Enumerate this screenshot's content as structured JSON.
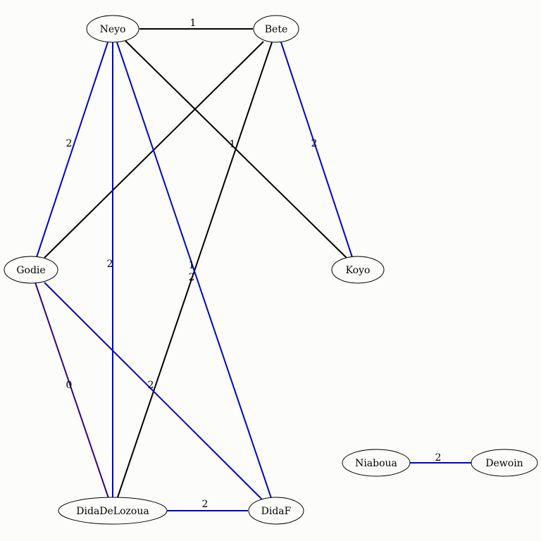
{
  "graph": {
    "colors": {
      "background": "#fcfdfa",
      "black_edge": "#000000",
      "blue_edge": "#0000cc",
      "purple_edge": "#330088"
    },
    "nodes": [
      {
        "id": "neyo",
        "label": "Neyo"
      },
      {
        "id": "bete",
        "label": "Bete"
      },
      {
        "id": "godie",
        "label": "Godie"
      },
      {
        "id": "koyo",
        "label": "Koyo"
      },
      {
        "id": "niaboua",
        "label": "Niaboua"
      },
      {
        "id": "dewoin",
        "label": "Dewoin"
      },
      {
        "id": "didadelozoua",
        "label": "DidaDeLozoua"
      },
      {
        "id": "didaf",
        "label": "DidaF"
      }
    ],
    "edges": [
      {
        "id": "neyo-bete",
        "from": "Neyo",
        "to": "Bete",
        "label": "1",
        "color": "black"
      },
      {
        "id": "neyo-koyo",
        "from": "Neyo",
        "to": "Koyo",
        "label": "1",
        "color": "black"
      },
      {
        "id": "bete-godie",
        "from": "Bete",
        "to": "Godie",
        "label": "",
        "color": "black"
      },
      {
        "id": "bete-didadelozoua",
        "from": "Bete",
        "to": "DidaDeLozoua",
        "label": "2",
        "color": "black"
      },
      {
        "id": "bete-koyo",
        "from": "Bete",
        "to": "Koyo",
        "label": "2",
        "color": "blue"
      },
      {
        "id": "neyo-godie",
        "from": "Neyo",
        "to": "Godie",
        "label": "2",
        "color": "blue"
      },
      {
        "id": "neyo-didadelozoua",
        "from": "Neyo",
        "to": "DidaDeLozoua",
        "label": "2",
        "color": "blue"
      },
      {
        "id": "neyo-didaf",
        "from": "Neyo",
        "to": "DidaF",
        "label": "1",
        "color": "blue"
      },
      {
        "id": "godie-didadelozoua",
        "from": "Godie",
        "to": "DidaDeLozoua",
        "label": "0",
        "color": "purple"
      },
      {
        "id": "godie-didaf",
        "from": "Godie",
        "to": "DidaF",
        "label": "2",
        "color": "blue"
      },
      {
        "id": "didadelozoua-didaf",
        "from": "DidaDeLozoua",
        "to": "DidaF",
        "label": "2",
        "color": "blue"
      },
      {
        "id": "niaboua-dewoin",
        "from": "Niaboua",
        "to": "Dewoin",
        "label": "2",
        "color": "blue"
      }
    ]
  }
}
